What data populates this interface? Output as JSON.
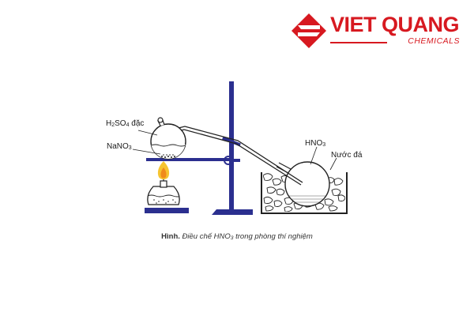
{
  "logo": {
    "name": "VIET QUANG",
    "subtitle": "CHEMICALS",
    "color": "#d71920"
  },
  "labels": {
    "sulfuric_acid": {
      "formula": "H2SO4",
      "main": "H",
      "sub1": "2",
      "mid": "SO",
      "sub2": "4",
      "suffix": " đặc"
    },
    "sodium_nitrate": {
      "formula": "NaNO3",
      "main": "NaNO",
      "sub": "3"
    },
    "nitric_acid": {
      "formula": "HNO3",
      "main": "HNO",
      "sub": "3"
    },
    "ice_water": "Nước đá"
  },
  "caption": {
    "prefix": "Hình.",
    "text_main": " Điều chế HNO",
    "text_sub": "3",
    "text_end": " trong phòng thí nghiệm"
  },
  "colors": {
    "stand": "#2b2f8f",
    "glass_outline": "#222222",
    "flame_outer": "#f6c431",
    "flame_inner": "#f08a1c"
  }
}
